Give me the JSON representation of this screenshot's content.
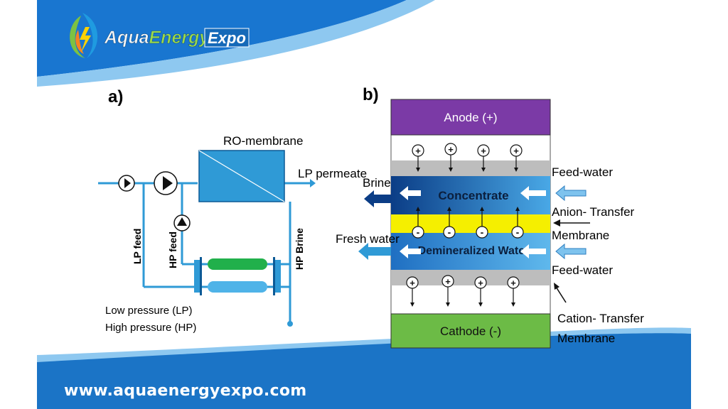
{
  "brand": {
    "name_part1": "Aqua",
    "name_part2": "Energy",
    "name_part3": "Expo",
    "url": "www.aquaenergyexpo.com"
  },
  "colors": {
    "header_blue": "#1976d0",
    "footer_blue": "#1b74c6",
    "pipe_blue": "#2f9ad6",
    "anode_purple": "#7b3aa6",
    "cathode_green": "#6cbb46",
    "membrane_yellow": "#f5ef00",
    "spacer_gray": "#bdbdbd"
  },
  "panel_a": {
    "label": "a)",
    "ro_membrane": "RO-membrane",
    "lp_permeate": "LP permeate",
    "lp_feed": "LP feed",
    "hp_feed": "HP feed",
    "hp_brine": "HP Brine",
    "legend_lp": "Low pressure (LP)",
    "legend_hp": "High pressure (HP)"
  },
  "panel_b": {
    "label": "b)",
    "anode": "Anode (+)",
    "cathode": "Cathode (-)",
    "concentrate": "Concentrate",
    "demineralized": "Demineralized Water",
    "brine": "Brine",
    "fresh_water": "Fresh water",
    "feed_water_1": "Feed-water",
    "feed_water_2": "Feed-water",
    "anion_line1": "Anion- Transfer",
    "anion_line2": "Membrane",
    "cation_line1": "Cation- Transfer",
    "cation_line2": "Membrane",
    "plus": "+",
    "minus": "-"
  }
}
